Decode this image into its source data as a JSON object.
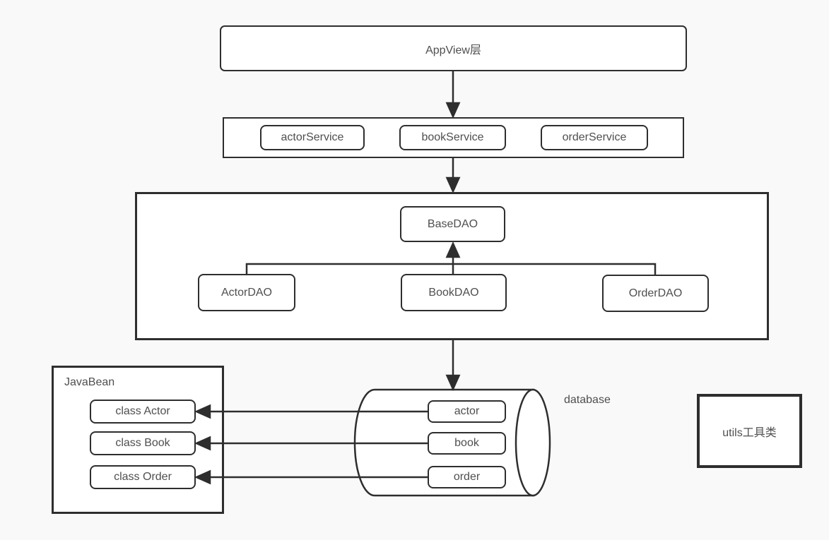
{
  "diagram": {
    "app_view": {
      "label": "AppView层"
    },
    "services": {
      "items": [
        {
          "label": "actorService"
        },
        {
          "label": "bookService"
        },
        {
          "label": "orderService"
        }
      ]
    },
    "dao": {
      "base": {
        "label": "BaseDAO"
      },
      "items": [
        {
          "label": "ActorDAO"
        },
        {
          "label": "BookDAO"
        },
        {
          "label": "OrderDAO"
        }
      ]
    },
    "javabean": {
      "title": "JavaBean",
      "classes": [
        {
          "label": "class Actor"
        },
        {
          "label": "class Book"
        },
        {
          "label": "class Order"
        }
      ]
    },
    "database": {
      "caption": "database",
      "tables": [
        {
          "label": "actor"
        },
        {
          "label": "book"
        },
        {
          "label": "order"
        }
      ]
    },
    "utils": {
      "label": "utils工具类"
    },
    "colors": {
      "background": "#f9f9f9",
      "node_fill": "#ffffff",
      "stroke": "#2e2e2e",
      "text": "#4f4f4f"
    }
  }
}
